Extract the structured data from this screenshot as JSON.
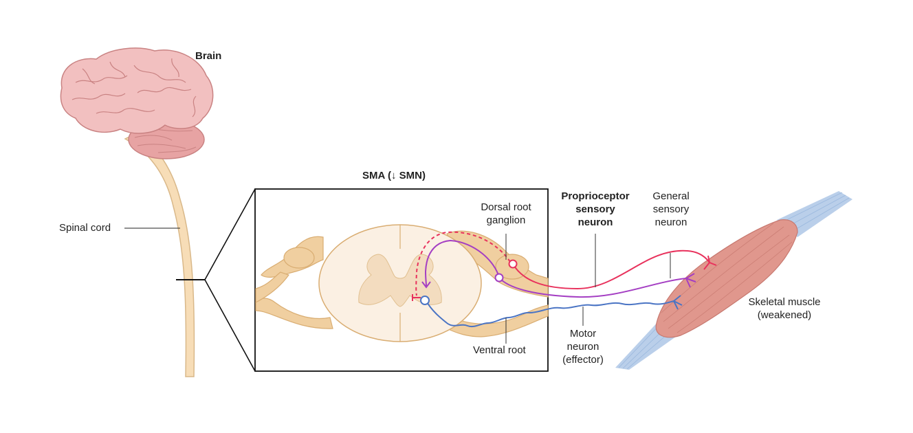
{
  "labels": {
    "brain": "Brain",
    "spinal_cord": "Spinal cord",
    "title": "SMA (↓ SMN)",
    "dorsal_root": [
      "Dorsal root",
      "ganglion"
    ],
    "proprioceptor": [
      "Proprioceptor",
      "sensory",
      "neuron"
    ],
    "general_sensory": [
      "General",
      "sensory",
      "neuron"
    ],
    "skeletal_muscle": [
      "Skeletal muscle",
      "(weakened)"
    ],
    "motor_neuron": [
      "Motor",
      "neuron",
      "(effector)"
    ],
    "ventral_root": "Ventral root"
  },
  "colors": {
    "brain": "#f2c0c0",
    "cerebellum": "#e7a3a3",
    "spinal_cord": "#f7ddb7",
    "nerve_root": "#f0cfa0",
    "grey_matter": "#f3dcbf",
    "proprioceptor": "#e8315c",
    "general_sensory": "#a43ec3",
    "motor": "#4a74c4",
    "muscle": "#e0978d",
    "tendon": "#aec7e6"
  }
}
